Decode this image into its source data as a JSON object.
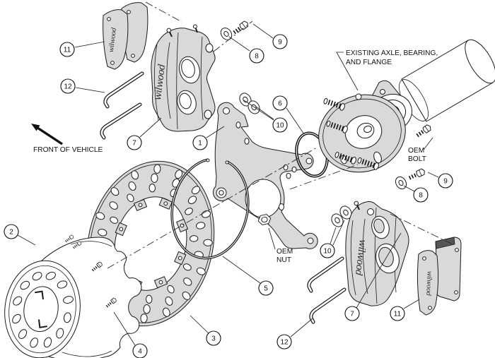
{
  "callouts": {
    "n1": "1",
    "n2": "2",
    "n3": "3",
    "n4": "4",
    "n5": "5",
    "n6": "6",
    "n7": "7",
    "n8": "8",
    "n9": "9",
    "n10": "10",
    "n11": "11",
    "n12": "12"
  },
  "labels": {
    "front_of_vehicle": "FRONT OF VEHICLE",
    "existing_axle_line1": "EXISTING AXLE, BEARING,",
    "existing_axle_line2": "AND FLANGE",
    "oem_bolt_line1": "OEM",
    "oem_bolt_line2": "BOLT",
    "oem_nut_line1": "OEM",
    "oem_nut_line2": "NUT"
  },
  "brand": {
    "logo": "wilwood"
  },
  "colors": {
    "part_fill": "#d9d9d9",
    "outline": "#1a1a1a",
    "background": "#ffffff",
    "pad_material_dark": "#555555"
  }
}
